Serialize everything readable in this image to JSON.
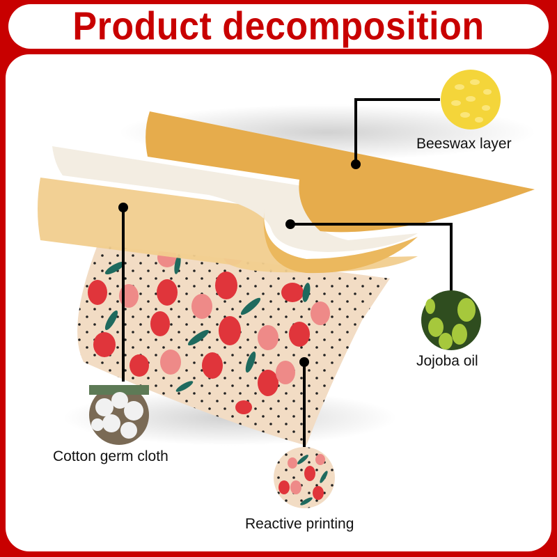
{
  "header": {
    "title": "Product decomposition"
  },
  "colors": {
    "frame_red": "#c80000",
    "beeswax_orange": "#e6ac4c",
    "lower_wax": "#f1cd8e",
    "oil_layer": "#f3ede2",
    "fabric_base": "#f2dcc4",
    "strawberry_red": "#e0353b",
    "strawberry_pink": "#ee8a88",
    "leaf_teal": "#1f6a5e"
  },
  "callouts": [
    {
      "id": "beeswax",
      "label": "Beeswax layer",
      "icon": "beeswax-pellets-icon"
    },
    {
      "id": "jojoba",
      "label": "Jojoba oil",
      "icon": "jojoba-fruit-icon"
    },
    {
      "id": "cotton",
      "label": "Cotton germ cloth",
      "icon": "cotton-boll-icon"
    },
    {
      "id": "printing",
      "label": "Reactive printing",
      "icon": "strawberry-print-icon"
    }
  ]
}
